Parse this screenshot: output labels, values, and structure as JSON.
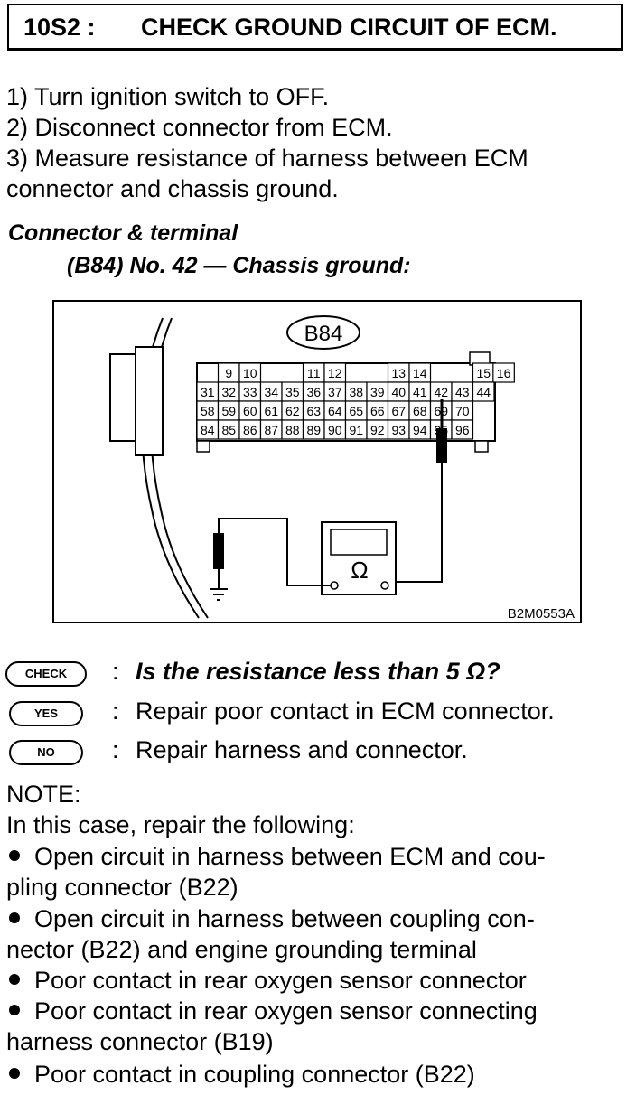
{
  "header": {
    "code": "10S2 :",
    "title": "CHECK GROUND CIRCUIT OF ECM."
  },
  "steps": [
    "1)  Turn ignition switch to OFF.",
    "2)  Disconnect connector from ECM.",
    "3)  Measure resistance of harness between ECM",
    "connector and chassis ground."
  ],
  "connector": {
    "heading": "Connector & terminal",
    "spec": "(B84) No. 42 — Chassis ground:"
  },
  "diagram": {
    "connector_label": "B84",
    "figure_code": "B2M0553A",
    "ohm_symbol": "Ω",
    "row1": [
      "9",
      "10",
      "11",
      "12",
      "13",
      "14",
      "15",
      "16"
    ],
    "row2": [
      "31",
      "32",
      "33",
      "34",
      "35",
      "36",
      "37",
      "38",
      "39",
      "40",
      "41",
      "42",
      "43",
      "44"
    ],
    "row3": [
      "58",
      "59",
      "60",
      "61",
      "62",
      "63",
      "64",
      "65",
      "66",
      "67",
      "68",
      "69",
      "70"
    ],
    "row4": [
      "84",
      "85",
      "86",
      "87",
      "88",
      "89",
      "90",
      "91",
      "92",
      "93",
      "94",
      "95",
      "96"
    ]
  },
  "answers": {
    "check_label": "CHECK",
    "yes_label": "YES",
    "no_label": "NO",
    "colon": ":",
    "question": "Is the resistance less than 5 Ω?",
    "yes_text": "Repair poor contact in ECM connector.",
    "no_text": "Repair harness and connector."
  },
  "note": {
    "title": "NOTE:",
    "intro": "In this case, repair the following:",
    "lines": [
      "Open circuit in harness between ECM and cou-",
      "pling connector (B22)",
      "Open circuit in harness between coupling con-",
      "nector (B22) and engine grounding terminal",
      "Poor contact in rear oxygen sensor connector",
      "Poor contact in rear oxygen sensor connecting",
      "harness connector (B19)",
      "Poor contact in coupling connector (B22)"
    ]
  }
}
